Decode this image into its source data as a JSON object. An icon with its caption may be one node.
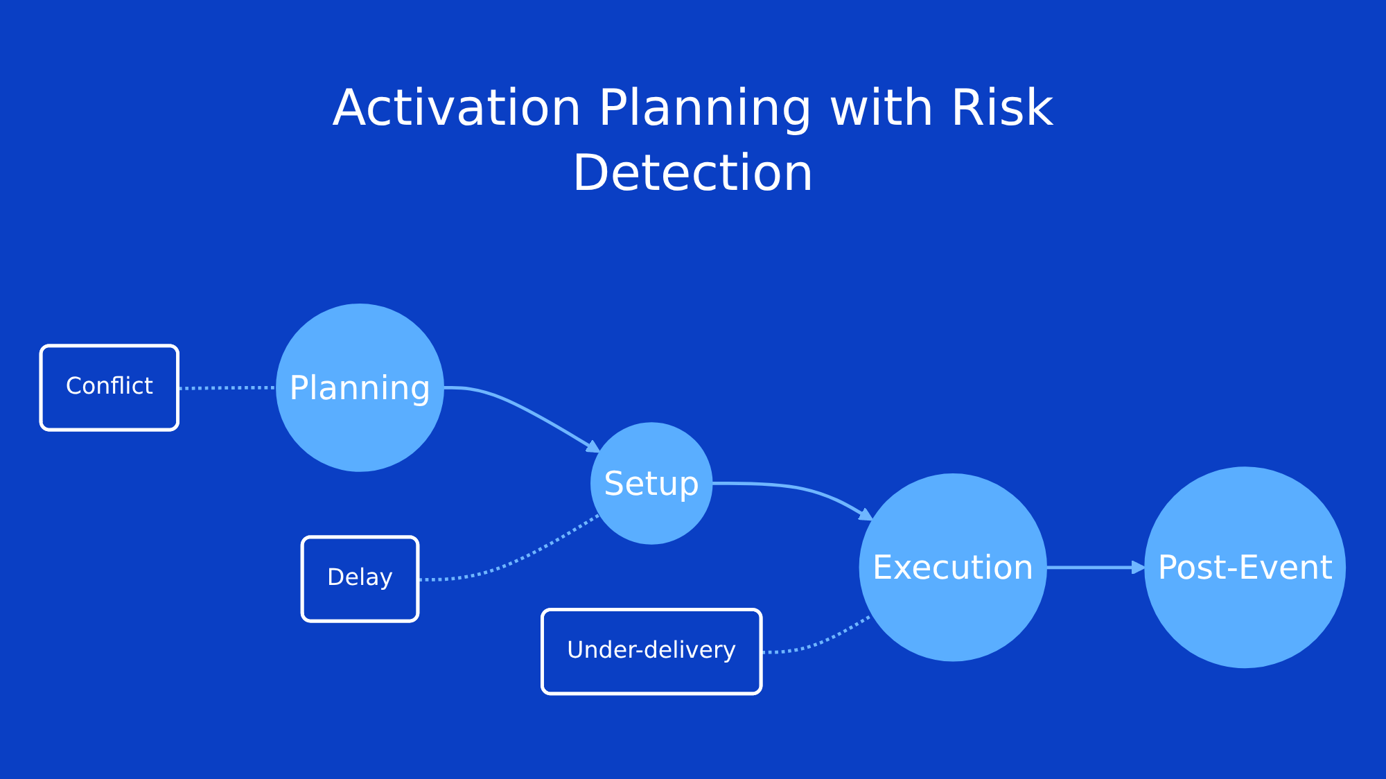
{
  "diagram": {
    "title": "Activation Planning with Risk Detection",
    "nodes": [
      {
        "text": [
          "Conflict"
        ]
      },
      {
        "text": [
          "Delay"
        ]
      },
      {
        "text": [
          "Under-delivery"
        ]
      },
      {
        "text": [
          "Planning"
        ]
      },
      {
        "text": [
          "Setup"
        ]
      },
      {
        "text": [
          "Execution"
        ]
      },
      {
        "text": [
          "Post-Event"
        ]
      }
    ],
    "edges": [
      {
        "from": 3,
        "to": 4,
        "arrow": "to"
      },
      {
        "from": 4,
        "to": 5,
        "arrow": "to"
      },
      {
        "from": 5,
        "to": 6,
        "arrow": "to"
      },
      {
        "from": 0,
        "to": 3,
        "arrow": "none",
        "style": "dashed"
      },
      {
        "from": 1,
        "to": 4,
        "arrow": "none",
        "style": "dashed"
      },
      {
        "from": 2,
        "to": 5,
        "arrow": "none",
        "style": "dashed"
      }
    ]
  }
}
